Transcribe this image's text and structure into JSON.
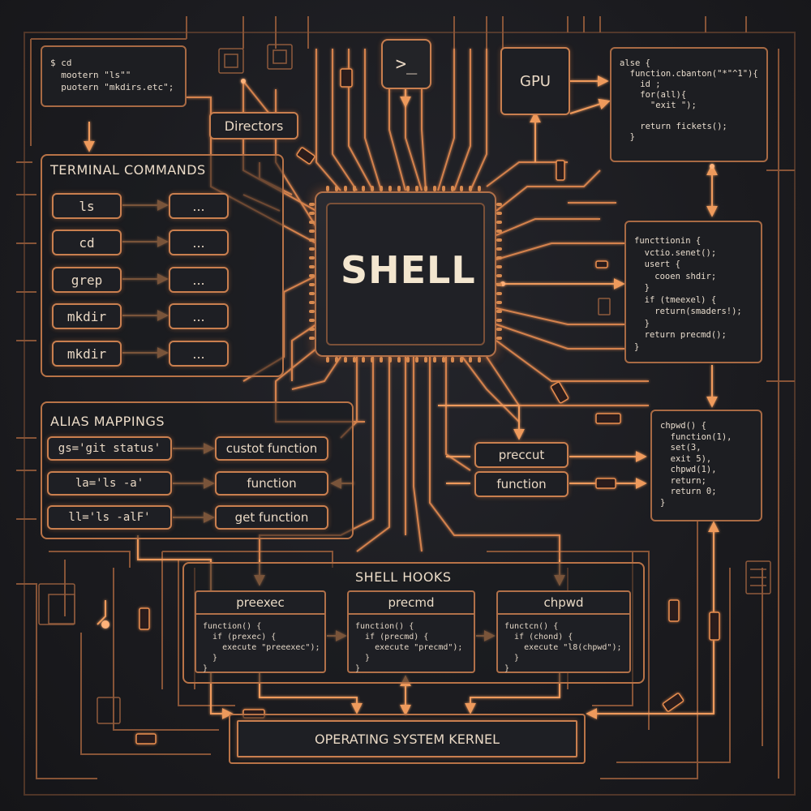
{
  "top_left_code": "$ cd\n  mootern \"ls\"\"\n  puotern \"mkdirs.etc\";",
  "directors_label": "Directors",
  "prompt_icon_text": ">_",
  "gpu_label": "GPU",
  "top_right_code": "alse {\n  function.cbanton(\"*\"^1\"){\n    id ;\n    for(all){\n      \"exit \");\n\n    return fickets();\n  }",
  "terminal_commands": {
    "title": "TERMINAL COMMANDS",
    "commands": [
      "ls",
      "cd",
      "grep",
      "mkdir",
      "mkdir"
    ],
    "outputs": [
      "...",
      "...",
      "...",
      "...",
      "..."
    ]
  },
  "shell_title": "SHELL",
  "right_code": "functtionin {\n  vctio.senet();\n  usert {\n    cooen shdir;\n  }\n  if (tmeexel) {\n    return(smaders!);\n  }\n  return precmd();\n}",
  "chpwd_code": "chpwd() {\n  function(1),\n  set(3,\n  exit 5),\n  chpwd(1),\n  return;\n  return 0;\n}",
  "alias": {
    "title": "ALIAS MAPPINGS",
    "items": [
      {
        "alias": "gs='git status'",
        "target": "custot function"
      },
      {
        "alias": "la='ls -a'",
        "target": "function"
      },
      {
        "alias": "ll='ls -alF'",
        "target": "get function"
      }
    ]
  },
  "preccut_label": "preccut",
  "function_label": "function",
  "hooks": {
    "title": "SHELL HOOKS",
    "cards": [
      {
        "name": "preexec",
        "code": "function() {\n  if (prexec) {\n    execute \"preeexec\");\n  }\n}"
      },
      {
        "name": "precmd",
        "code": "function() {\n  if (precmd) {\n    execute \"precmd\");\n  }\n}"
      },
      {
        "name": "chpwd",
        "code": "functcn() {\n  if (chond) {\n    execute \"l8(chpwd\");\n  }\n}"
      }
    ]
  },
  "kernel_label": "OPERATING SYSTEM KERNEL",
  "colors": {
    "wire": "#c8784a",
    "glow": "#ff9a55",
    "background": "#1b1b1f"
  }
}
